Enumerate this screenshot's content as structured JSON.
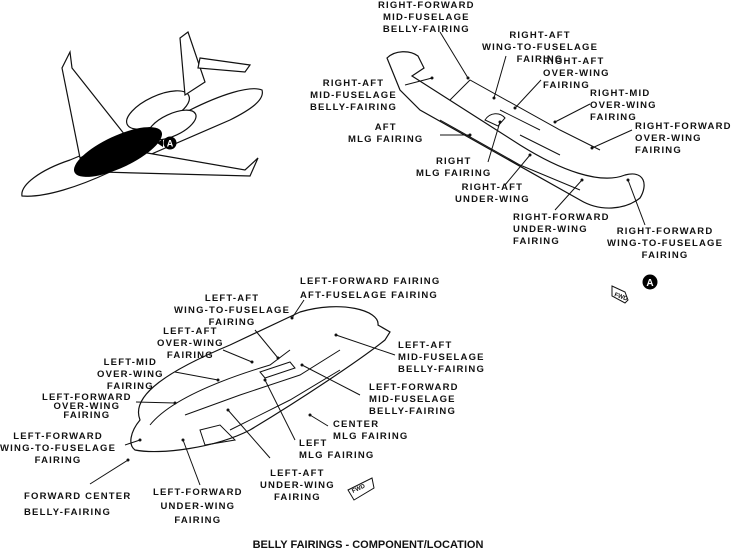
{
  "caption": "BELLY FAIRINGS - COMPONENT/LOCATION",
  "overview": {
    "view_marker": "A",
    "highlighted_area": "belly fairings"
  },
  "detail_right": {
    "view_marker": "A",
    "fwd_label": "FWD",
    "labels": [
      "RIGHT-FORWARD\nMID-FUSELAGE\nBELLY-FAIRING",
      "RIGHT-AFT\nWING-TO-FUSELAGE\nFAIRING",
      "RIGHT-AFT\nOVER-WING\nFAIRING",
      "RIGHT-MID\nOVER-WING\nFAIRING",
      "RIGHT-AFT\nMID-FUSELAGE\nBELLY-FAIRING",
      "AFT\nMLG FAIRING",
      "RIGHT-FORWARD\nOVER-WING\nFAIRING",
      "RIGHT\nMLG FAIRING",
      "RIGHT-AFT\nUNDER-WING",
      "RIGHT-FORWARD\nUNDER-WING\nFAIRING",
      "RIGHT-FORWARD\nWING-TO-FUSELAGE\nFAIRING"
    ]
  },
  "detail_left": {
    "fwd_label": "FWD",
    "labels": [
      "LEFT-FORWARD FAIRING\nAFT-FUSELAGE FAIRING",
      "LEFT-AFT\nWING-TO-FUSELAGE\nFAIRING",
      "LEFT-AFT\nOVER-WING\nFAIRING",
      "LEFT-MID\nOVER-WING\nFAIRING",
      "LEFT-FORWARD\nOVER-WING\nFAIRING",
      "LEFT-FORWARD\nWING-TO-FUSELAGE\nFAIRING",
      "LEFT-AFT\nMID-FUSELAGE\nBELLY-FAIRING",
      "LEFT-FORWARD\nMID-FUSELAGE\nBELLY-FAIRING",
      "CENTER\nMLG FAIRING",
      "LEFT\nMLG FAIRING",
      "LEFT-AFT\nUNDER-WING\nFAIRING",
      "FORWARD CENTER\nBELLY-FAIRING",
      "LEFT-FORWARD\nUNDER-WING\nFAIRING"
    ]
  }
}
